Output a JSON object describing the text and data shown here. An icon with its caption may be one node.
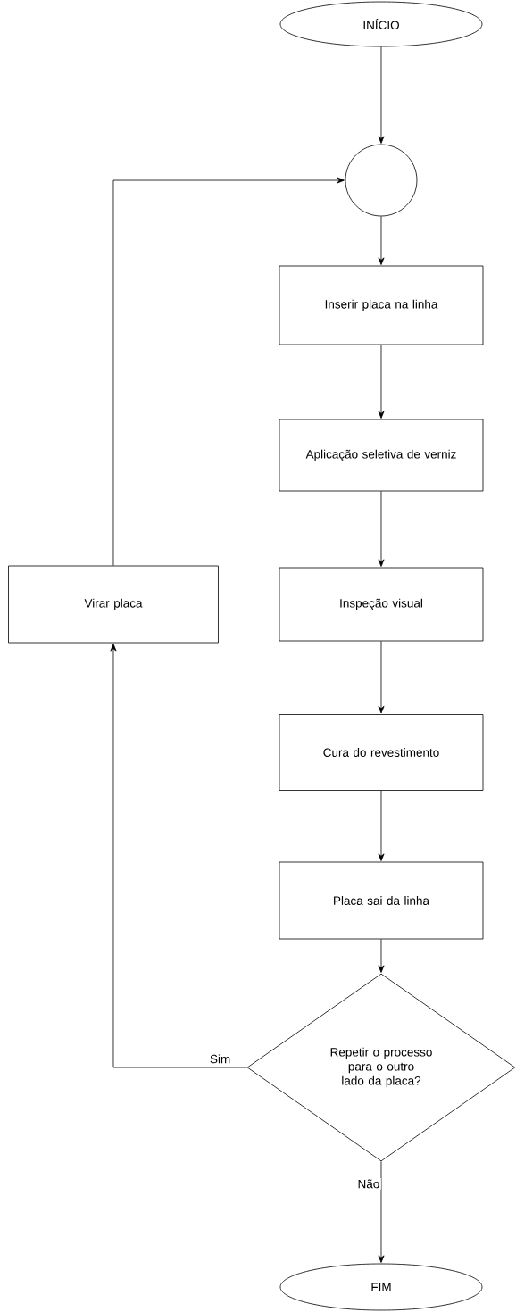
{
  "diagram": {
    "nodes": [
      {
        "text": [
          "INÍCIO"
        ]
      },
      {
        "text": [],
        "shape": "circle"
      },
      {
        "text": [
          "Inserir placa na linha"
        ]
      },
      {
        "text": [
          "Aplicação seletiva de verniz"
        ]
      },
      {
        "text": [
          "Inspeção visual"
        ]
      },
      {
        "text": [
          "Cura do revestimento"
        ]
      },
      {
        "text": [
          "Placa sai da linha"
        ]
      },
      {
        "text": [
          "Repetir o processo para o outro lado da placa?"
        ]
      },
      {
        "text": [
          "FIM"
        ]
      },
      {
        "text": [
          "Virar placa"
        ]
      }
    ],
    "edges": [
      {
        "from": 0,
        "to": 1,
        "arrow": "to"
      },
      {
        "from": 1,
        "to": 2,
        "arrow": "to"
      },
      {
        "from": 2,
        "to": 3,
        "arrow": "to"
      },
      {
        "from": 3,
        "to": 4,
        "arrow": "to"
      },
      {
        "from": 4,
        "to": 5,
        "arrow": "to"
      },
      {
        "from": 5,
        "to": 6,
        "arrow": "to"
      },
      {
        "from": 6,
        "to": 7,
        "arrow": "to"
      },
      {
        "from": 7,
        "to": 8,
        "label": "Não",
        "arrow": "to"
      },
      {
        "from": 7,
        "to": 9,
        "label": "Sim",
        "arrow": "to"
      },
      {
        "from": 9,
        "to": 1,
        "arrow": "to"
      }
    ]
  }
}
